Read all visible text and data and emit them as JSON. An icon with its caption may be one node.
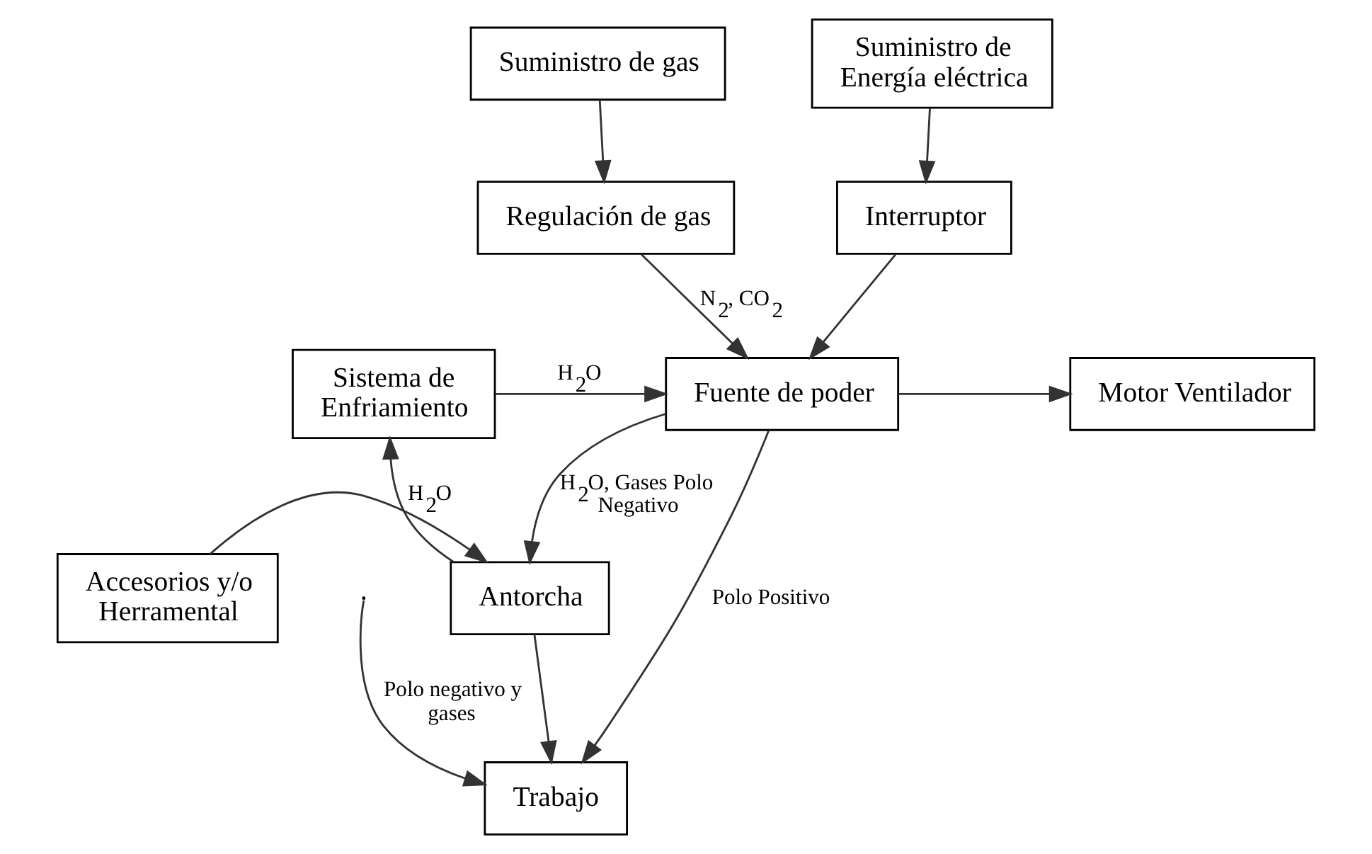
{
  "diagram": {
    "nodes": [
      {
        "text": [
          "Suministro de gas"
        ]
      },
      {
        "text": [
          "Regulación de gas"
        ]
      },
      {
        "text": [
          "Suministro de Energía eléctrica"
        ]
      },
      {
        "text": [
          "Interruptor"
        ]
      },
      {
        "text": [
          "Motor Ventilador"
        ]
      },
      {
        "text": [
          "Fuente de poder"
        ]
      },
      {
        "text": [
          "Sistema de Enfriamiento"
        ]
      },
      {
        "text": [
          "Accesorios y/o Herramental"
        ]
      },
      {
        "text": [
          "Antorcha"
        ]
      },
      {
        "text": [
          "Trabajo"
        ]
      }
    ],
    "edges": [
      {
        "from": 0,
        "to": 1,
        "arrow": "to"
      },
      {
        "from": 2,
        "to": 3,
        "arrow": "to"
      },
      {
        "from": 3,
        "to": 5,
        "arrow": "to"
      },
      {
        "from": 1,
        "to": 5,
        "arrow": "to",
        "label": "N$_{2}$, CO$_{2}$"
      },
      {
        "from": 5,
        "to": 4,
        "arrow": "to"
      },
      {
        "from": 6,
        "to": 5,
        "arrow": "to",
        "label": "H$_{2}$O"
      },
      {
        "from": 5,
        "to": 8,
        "arrow": "to",
        "label": "H$_{2}$O, Gases Polo Negativo"
      },
      {
        "from": 8,
        "to": 6,
        "arrow": "to",
        "label": "H$_{2}$O"
      },
      {
        "from": 7,
        "to": 8,
        "arrow": "to"
      },
      {
        "from": 8,
        "to": 9,
        "arrow": "to"
      },
      {
        "from": null,
        "to": 9,
        "arrow": "to",
        "label": "Polo negativo y gases"
      },
      {
        "from": 5,
        "to": 9,
        "arrow": "to",
        "label": "Polo Positivo"
      }
    ]
  }
}
